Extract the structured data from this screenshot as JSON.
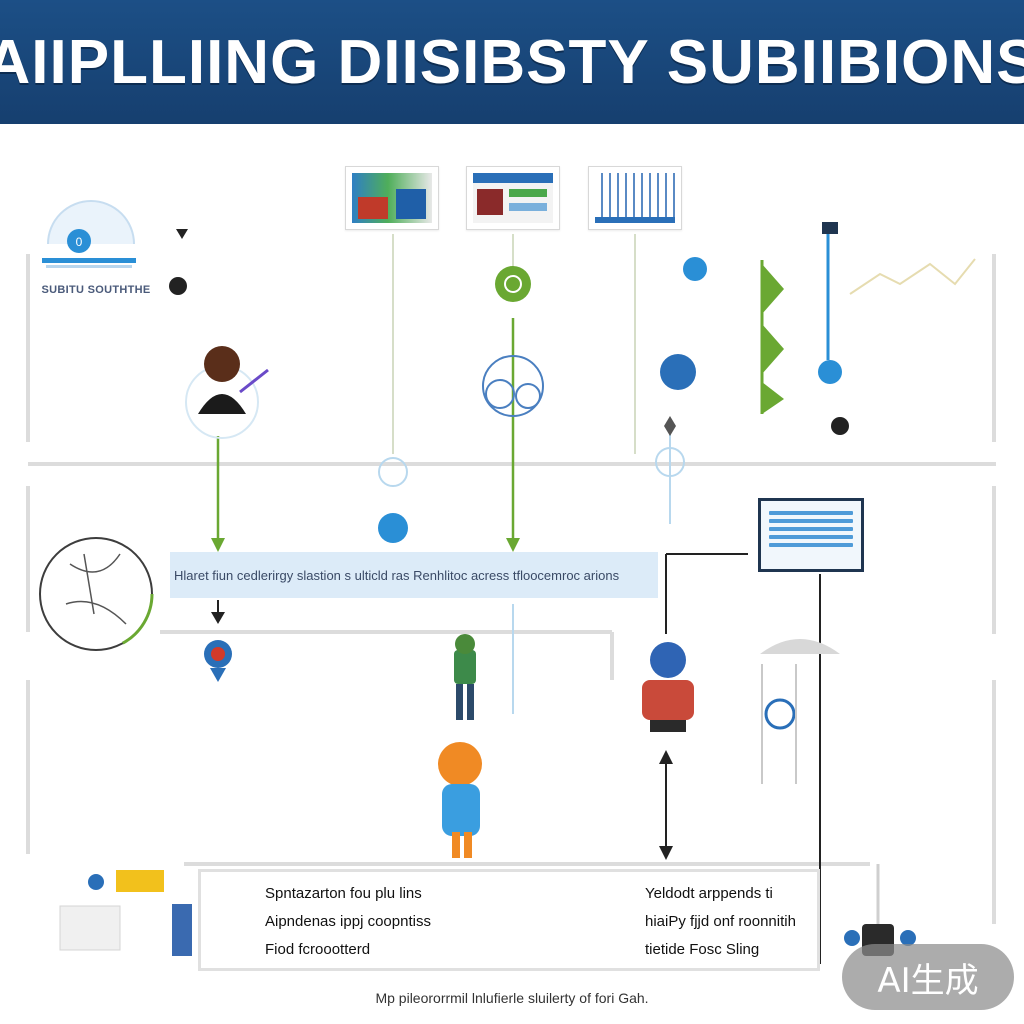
{
  "header": {
    "title": "AIIPLLIING DIISIBSTY SUBIIBIONS"
  },
  "left_card": {
    "label": "SUBITU SOUTHTHE"
  },
  "banner": {
    "text": "Hlaret fiun cedlerirgy slastion s ulticld ras Renhlitoc acress tfloocemroc arions"
  },
  "bottom_box": {
    "left_lines": [
      "Spntazarton fou plu lins",
      "Aipndenas ippj coopntiss",
      "Fiod fcroootterd"
    ],
    "right_lines": [
      "Yeldodt arppends ti",
      "hiaiPy fjjd onf roonnitih",
      "tietide Fosc Sling"
    ]
  },
  "footer": {
    "caption": "Mp pileororrmil lnlufierle sluilerty of fori Gah."
  },
  "badge": {
    "text": "AI生成"
  },
  "colors": {
    "header_bg": "#1c4f86",
    "accent_green": "#6aa832",
    "accent_blue": "#2a8fd6",
    "banner_bg": "#dcebf8",
    "line_gray": "#dcdcdc"
  },
  "icons": [
    "monitor-icon",
    "user-icon",
    "network-icon",
    "arrow-icon",
    "chart-icon",
    "diamond-icon"
  ]
}
